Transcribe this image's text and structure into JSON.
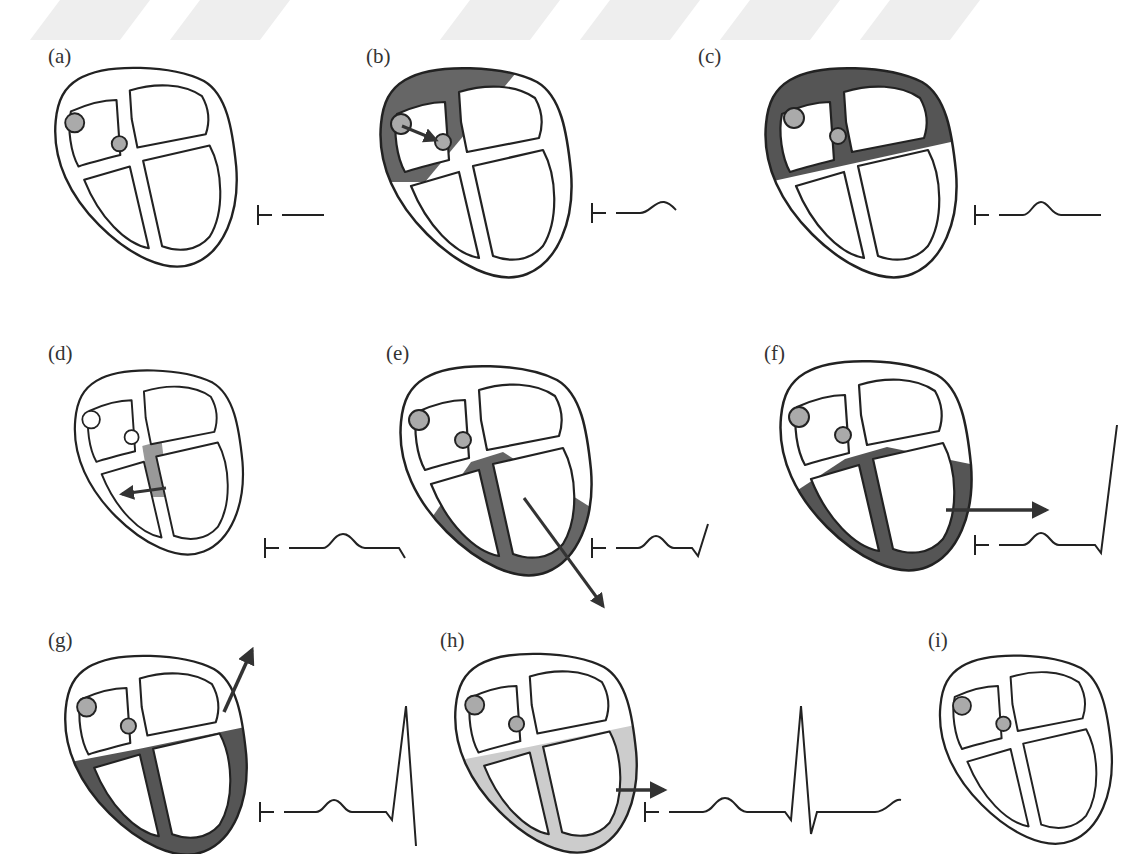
{
  "diagram": {
    "labels": [
      "(a)",
      "(b)",
      "(c)",
      "(d)",
      "(e)",
      "(f)",
      "(g)",
      "(h)",
      "(i)"
    ]
  }
}
